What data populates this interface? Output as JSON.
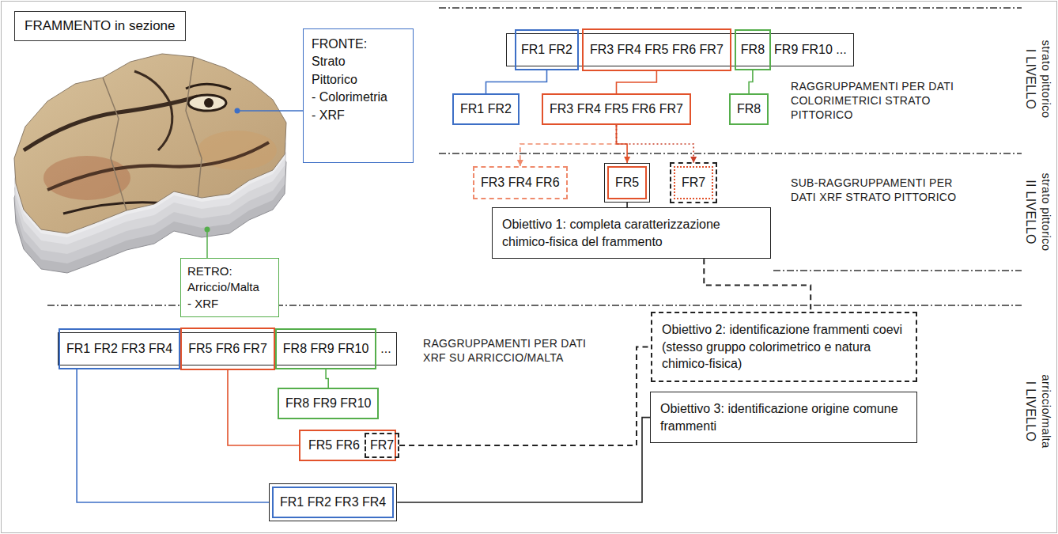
{
  "diagram": {
    "nodes": [
      {
        "text": [
          "FRAMMENTO in sezione"
        ]
      },
      {
        "text": [
          "FRONTE: Strato Pittorico",
          "- Colorimetria",
          "- XRF"
        ]
      },
      {
        "text": [
          "RETRO: Arriccio/Malta",
          "- XRF"
        ]
      },
      {
        "text": [
          "FR9 FR10 ..."
        ]
      },
      {
        "text": [
          "FR1 FR2"
        ],
        "in": 3
      },
      {
        "text": [
          "FR3 FR4 FR5 FR6 FR7"
        ],
        "in": 3
      },
      {
        "text": [
          "FR8"
        ],
        "in": 3
      },
      {
        "text": [
          "FR1 FR2"
        ]
      },
      {
        "text": [
          "FR3 FR4 FR5 FR6 FR7"
        ]
      },
      {
        "text": [
          "FR8"
        ]
      },
      {
        "text": [
          "FR3 FR4 FR6"
        ]
      },
      {
        "text": [
          "FR5"
        ]
      },
      {
        "text": [
          "FR7"
        ]
      },
      {
        "text": [
          "Obiettivo 1: completa caratterizzazione chimico-fisica del frammento"
        ]
      },
      {
        "text": [
          "Obiettivo 2: identificazione frammenti coevi (stesso gruppo colorimetrico e natura chimico-fisica)"
        ]
      },
      {
        "text": [
          "..."
        ]
      },
      {
        "text": [
          "FR1 FR2 FR3 FR4"
        ],
        "in": 15
      },
      {
        "text": [
          "FR5 FR6 FR7"
        ],
        "in": 15
      },
      {
        "text": [
          "FR8 FR9 FR10"
        ],
        "in": 15
      },
      {
        "text": [
          "FR8 FR9 FR10"
        ]
      },
      {
        "text": [
          "FR5 FR6"
        ]
      },
      {
        "text": [
          "FR7"
        ],
        "in": 20
      },
      {
        "text": [
          "FR1 FR2 FR3 FR4"
        ]
      },
      {
        "text": [
          "Obiettivo 3: identificazione origine comune frammenti"
        ]
      }
    ],
    "edges": [
      {
        "from": 4,
        "to": 7,
        "arrow": "none"
      },
      {
        "from": 5,
        "to": 8,
        "arrow": "none"
      },
      {
        "from": 6,
        "to": 9,
        "arrow": "none"
      },
      {
        "from": 8,
        "to": 10,
        "arrow": "to"
      },
      {
        "from": 8,
        "to": 11,
        "arrow": "to"
      },
      {
        "from": 8,
        "to": 12,
        "arrow": "to"
      },
      {
        "from": 11,
        "to": 13,
        "arrow": "none"
      },
      {
        "from": 13,
        "to": 14,
        "arrow": "none"
      },
      {
        "from": 18,
        "to": 19,
        "arrow": "none"
      },
      {
        "from": 17,
        "to": 20,
        "arrow": "none"
      },
      {
        "from": 16,
        "to": 22,
        "arrow": "none"
      },
      {
        "from": 21,
        "to": 14,
        "arrow": "none"
      },
      {
        "from": 22,
        "to": 23,
        "arrow": "none"
      }
    ],
    "labels": [
      "I LIVELLO",
      "strato pittorico",
      "RAGGRUPPAMENTI PER DATI COLORIMETRICI STRATO PITTORICO",
      "II LIVELLO",
      "strato pittorico",
      "SUB-RAGGRUPPAMENTI PER DATI XRF STRATO PITTORICO",
      "RAGGRUPPAMENTI PER DATI XRF SU ARRICCIO/MALTA",
      "I LIVELLO",
      "arriccio/malta"
    ]
  }
}
